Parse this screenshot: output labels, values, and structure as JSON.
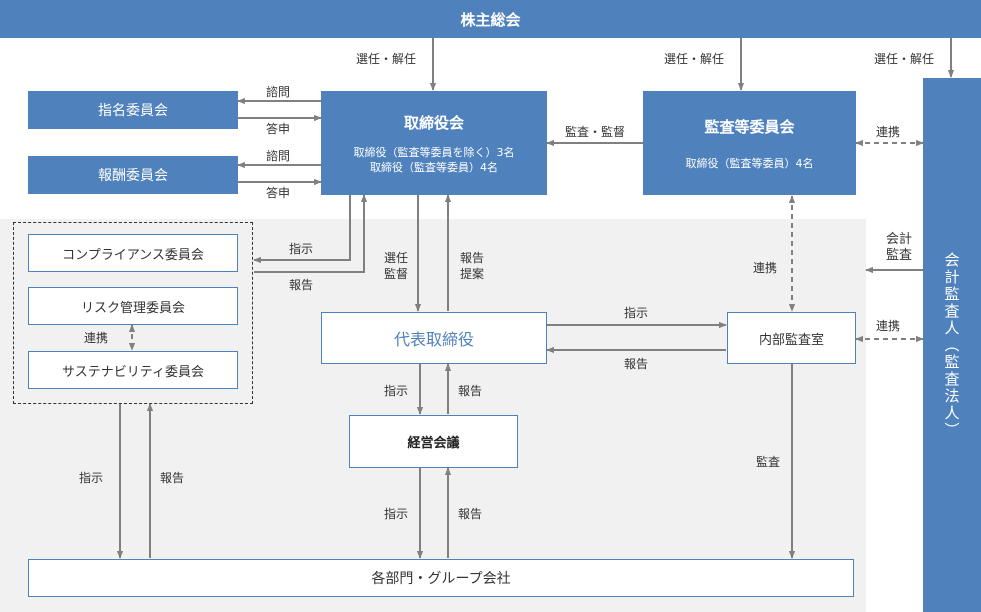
{
  "nodes": {
    "shareholders": "株主総会",
    "board_title": "取締役会",
    "board_line1": "取締役（監査等委員を除く）3名",
    "board_line2": "取締役（監査等委員）4名",
    "audit_committee_title": "監査等委員会",
    "audit_committee_line1": "取締役（監査等委員）4名",
    "nomination": "指名委員会",
    "compensation": "報酬委員会",
    "compliance": "コンプライアンス委員会",
    "risk": "リスク管理委員会",
    "sustainability": "サステナビリティ委員会",
    "ceo": "代表取締役",
    "management": "経営会議",
    "internal_audit": "内部監査室",
    "departments": "各部門・グループ会社",
    "auditor": "会計監査人（監査法人）"
  },
  "labels": {
    "elect1": "選任・解任",
    "elect2": "選任・解任",
    "elect3": "選任・解任",
    "consult1": "諮問",
    "answer1": "答申",
    "consult2": "諮問",
    "answer2": "答申",
    "audit_supervise": "監査・監督",
    "cooperation_auditor_top": "連携",
    "instruct_committees": "指示",
    "report_committees": "報告",
    "elect_supervise_1": "選任",
    "elect_supervise_2": "監督",
    "report_propose_1": "報告",
    "report_propose_2": "提案",
    "cooperation_audit_internal": "連携",
    "accounting_audit_1": "会計",
    "accounting_audit_2": "監査",
    "cooperation_risk_sustain": "連携",
    "instruct_internal": "指示",
    "report_internal": "報告",
    "cooperation_auditor_internal": "連携",
    "instruct_ceo_mgmt": "指示",
    "report_ceo_mgmt": "報告",
    "instruct_committees_dept": "指示",
    "report_committees_dept": "報告",
    "audit_dept": "監査",
    "instruct_mgmt_dept": "指示",
    "report_mgmt_dept": "報告"
  },
  "colors": {
    "blue": "#4f81bd",
    "line": "#808080",
    "gray_bg": "#f1f1f1"
  }
}
